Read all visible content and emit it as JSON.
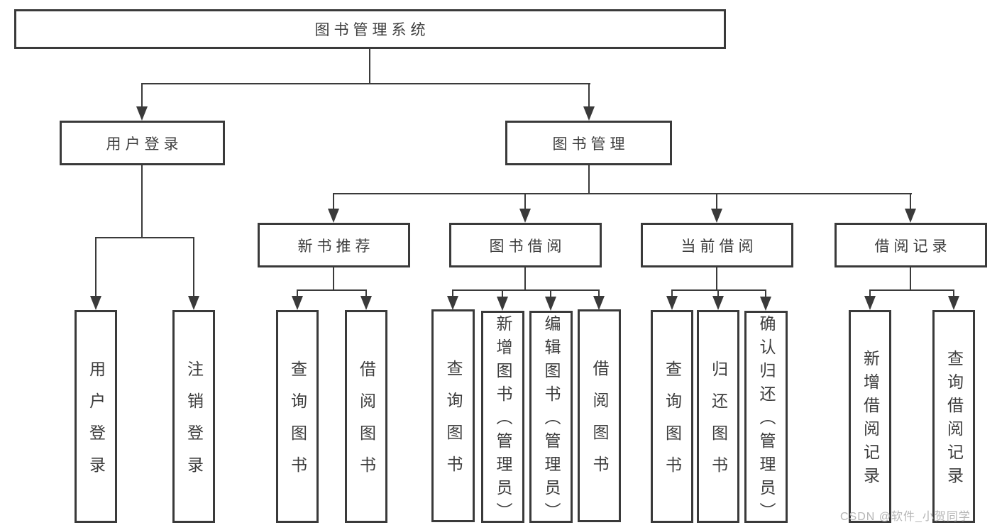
{
  "diagram": {
    "root": {
      "label": "图书管理系统"
    },
    "level2": [
      {
        "label": "用户登录"
      },
      {
        "label": "图书管理"
      }
    ],
    "level3": [
      {
        "label": "新书推荐"
      },
      {
        "label": "图书借阅"
      },
      {
        "label": "当前借阅"
      },
      {
        "label": "借阅记录"
      }
    ],
    "leaves": {
      "user_login": [
        "用户登录",
        "注销登录"
      ],
      "new_book_recommend": [
        "查询图书",
        "借阅图书"
      ],
      "book_borrow": [
        "查询图书",
        "新增图书（管理员）",
        "编辑图书（管理员）",
        "借阅图书"
      ],
      "current_borrow": [
        "查询图书",
        "归还图书",
        "确认归还（管理员）"
      ],
      "borrow_record": [
        "新增借阅记录",
        "查询借阅记录"
      ]
    }
  },
  "watermark": {
    "text": "CSDN @软件_小贺同学"
  },
  "colors": {
    "line": "#3a3a3a",
    "text": "#3d3d3d",
    "watermark": "#b5b5b5",
    "background": "#ffffff"
  }
}
